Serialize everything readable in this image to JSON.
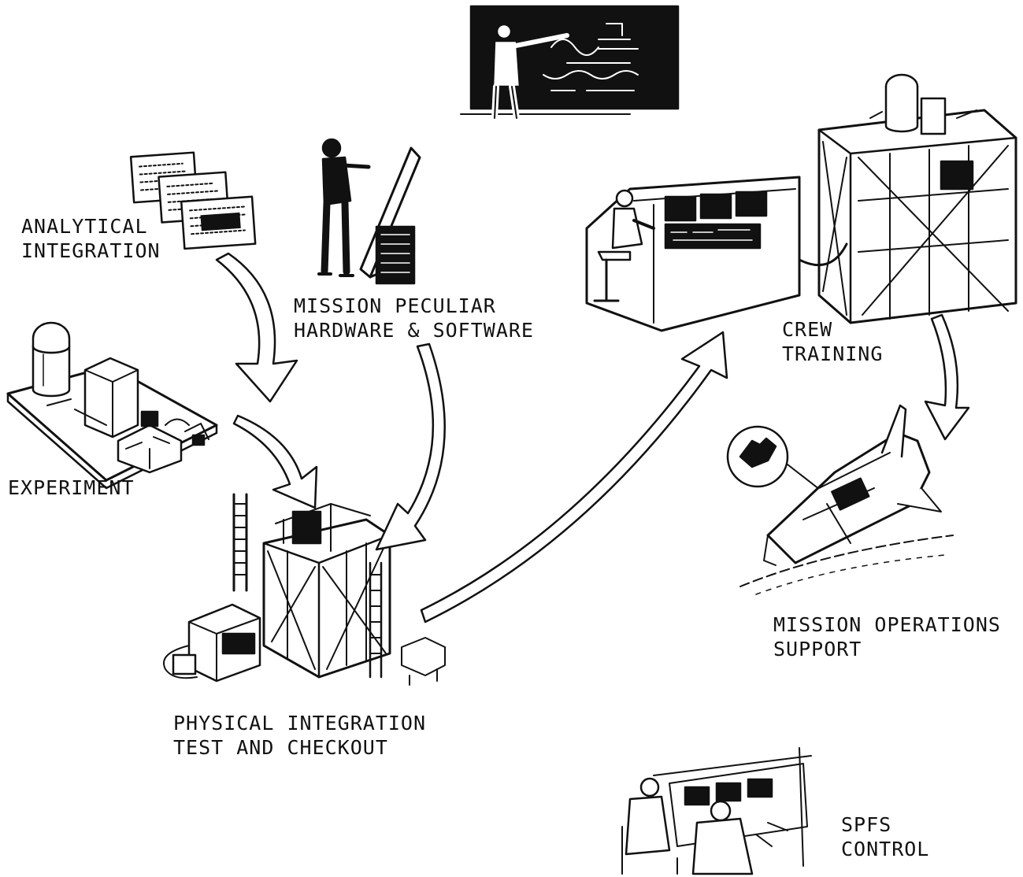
{
  "labels": {
    "analytical": [
      "ANALYTICAL",
      "INTEGRATION"
    ],
    "mission_hw": [
      "MISSION PECULIAR",
      "HARDWARE & SOFTWARE"
    ],
    "crew": [
      "CREW",
      "TRAINING"
    ],
    "experiment": [
      "EXPERIMENT"
    ],
    "mission_ops": [
      "MISSION OPERATIONS",
      "SUPPORT"
    ],
    "physical": [
      "PHYSICAL INTEGRATION",
      "TEST AND CHECKOUT"
    ],
    "spfs": [
      "SPFS",
      "CONTROL"
    ]
  },
  "colors": {
    "ink": "#111111",
    "background": "#ffffff"
  }
}
